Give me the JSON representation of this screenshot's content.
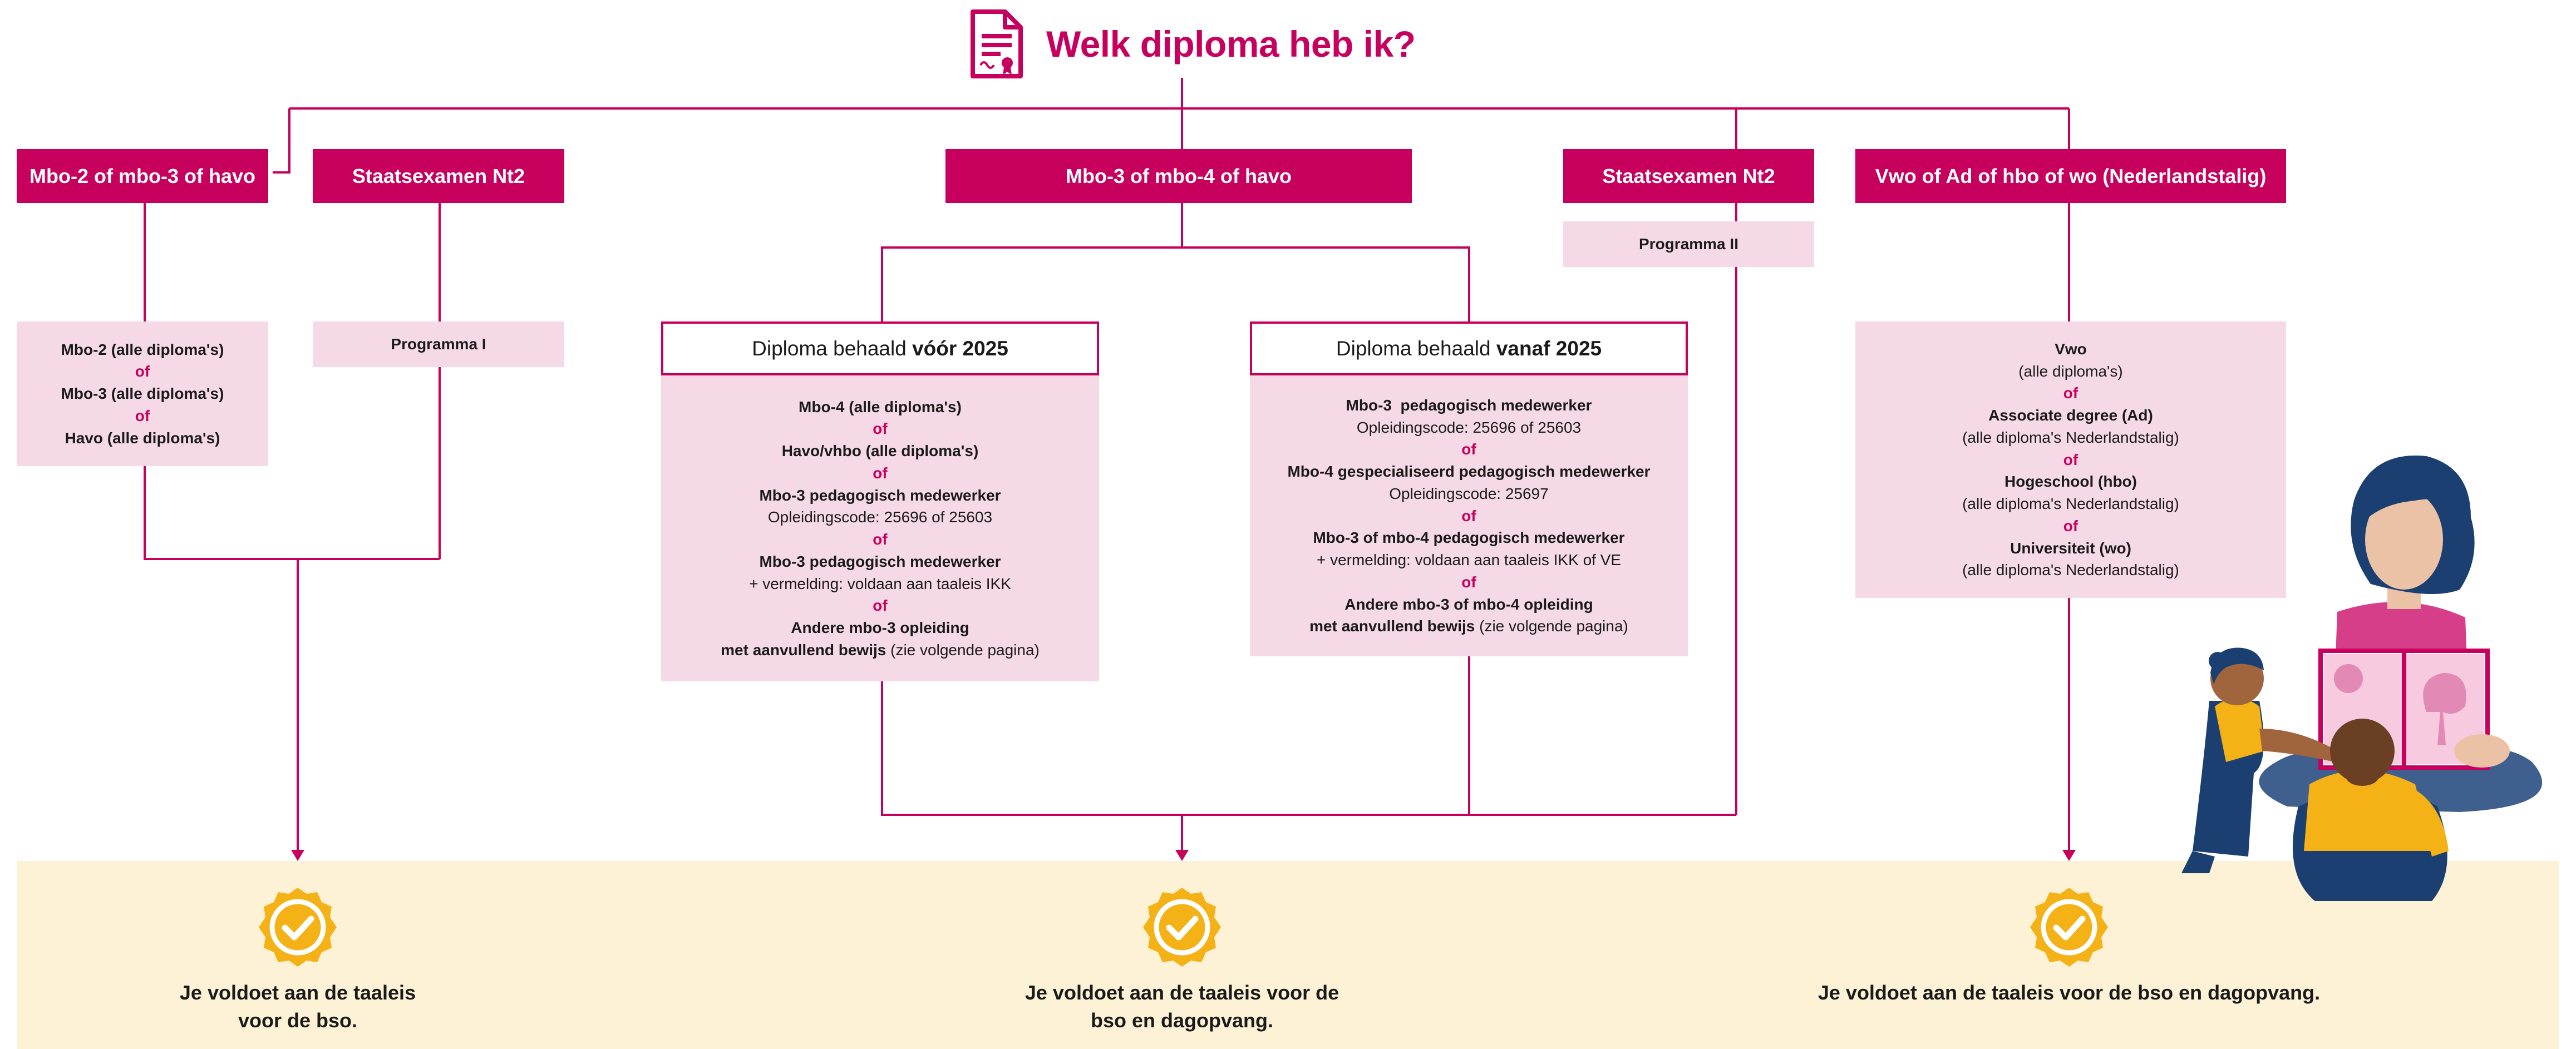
{
  "title": "Welk diploma heb ik?",
  "icons": {
    "title": "diploma-certificate-icon",
    "badge": "checkmark-badge-icon"
  },
  "colors": {
    "brand": "#c8005d",
    "light_pink": "#f6d9e6",
    "band": "#fdf1d6",
    "badge": "#f5b216"
  },
  "headers": {
    "mbo23_havo": "Mbo-2 of mbo-3 of havo",
    "nt2_left": "Staatsexamen Nt2",
    "mbo34_havo": "Mbo-3 of mbo-4 of havo",
    "nt2_right": "Staatsexamen Nt2",
    "vwo_ad": "Vwo of Ad of hbo of wo (Nederlandstalig)"
  },
  "programma_1": "Programma I",
  "programma_2": "Programma II",
  "box_left": {
    "l1": "Mbo-2 (alle diploma's)",
    "of1": "of",
    "l2": "Mbo-3 (alle diploma's)",
    "of2": "of",
    "l3": "Havo (alle diploma's)"
  },
  "voor_header": {
    "prefix": "Diploma behaald ",
    "bold": "vóór 2025"
  },
  "vanaf_header": {
    "prefix": "Diploma behaald ",
    "bold": "vanaf 2025"
  },
  "box_voor": {
    "l1": "Mbo-4 (alle diploma's)",
    "of1": "of",
    "l2": "Havo/vhbo (alle diploma's)",
    "of2": "of",
    "l3": "Mbo-3 pedagogisch medewerker",
    "l3b": "Opleidingscode: 25696 of 25603",
    "of3": "of",
    "l4": "Mbo-3 pedagogisch medewerker",
    "l4b": "+ vermelding: voldaan aan taaleis IKK",
    "of4": "of",
    "l5": "Andere mbo-3 opleiding",
    "l6": "met aanvullend bewijs",
    "l6n": " (zie volgende pagina)"
  },
  "box_vanaf": {
    "l1": "Mbo-3  pedagogisch medewerker",
    "l1b": "Opleidingscode: 25696 of 25603",
    "of1": "of",
    "l2": "Mbo-4 gespecialiseerd pedagogisch medewerker",
    "l2b": "Opleidingscode: 25697",
    "of2": "of",
    "l3": "Mbo-3 of mbo-4 pedagogisch medewerker",
    "l3b": "+ vermelding: voldaan aan taaleis IKK of VE",
    "of3": "of",
    "l4": "Andere mbo-3 of mbo-4 opleiding",
    "l5": "met aanvullend bewijs",
    "l5n": " (zie volgende pagina)"
  },
  "box_vwo": {
    "l1": "Vwo",
    "l1b": "(alle diploma's)",
    "of1": "of",
    "l2": "Associate degree (Ad)",
    "l2b": "(alle diploma's Nederlandstalig)",
    "of2": "of",
    "l3": "Hogeschool (hbo)",
    "l3b": "(alle diploma's Nederlandstalig)",
    "of3": "of",
    "l4": "Universiteit (wo)",
    "l4b": "(alle diploma's Nederlandstalig)"
  },
  "results": {
    "left_l1": "Je voldoet aan de taaleis",
    "left_l2": "voor de bso.",
    "mid_l1": "Je voldoet aan de taaleis voor de",
    "mid_l2": "bso en dagopvang.",
    "right": "Je voldoet aan de taaleis voor de bso en dagopvang."
  }
}
